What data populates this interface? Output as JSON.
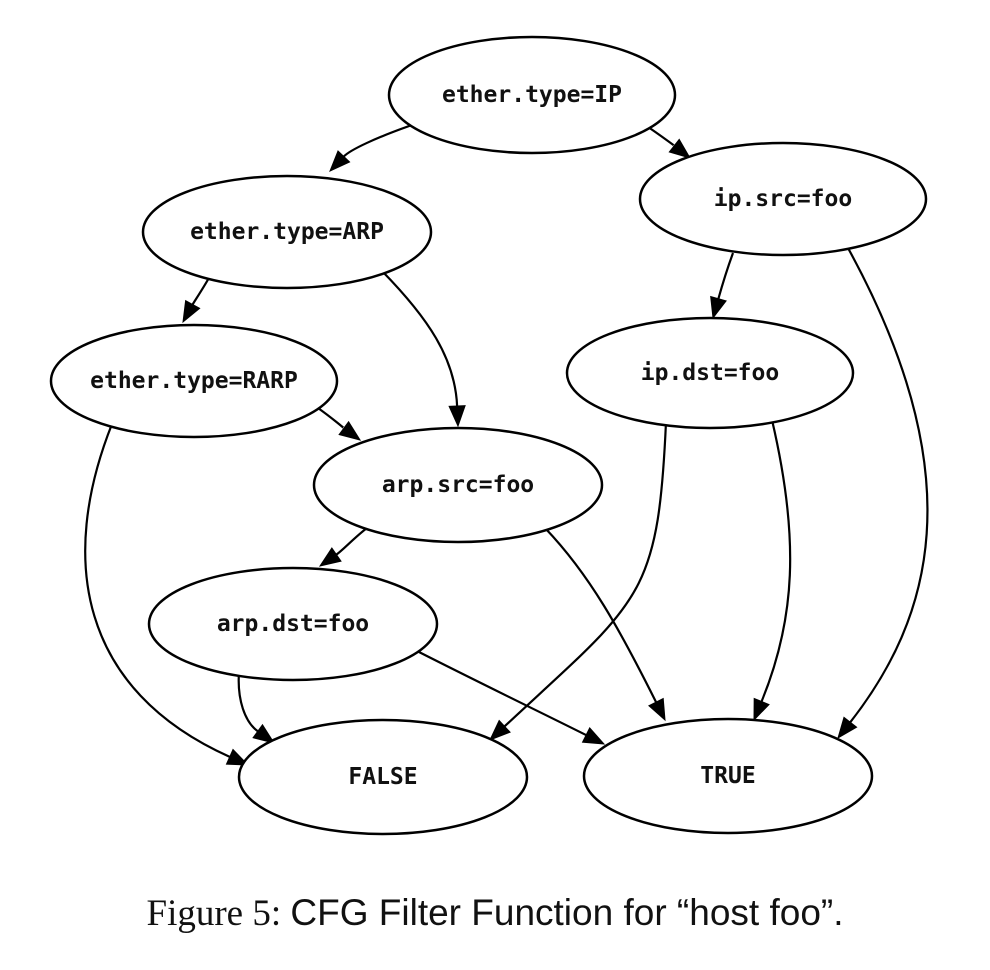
{
  "diagram": {
    "nodes": [
      {
        "id": "ether_ip",
        "label": "ether.type=IP"
      },
      {
        "id": "ether_arp",
        "label": "ether.type=ARP"
      },
      {
        "id": "ip_src",
        "label": "ip.src=foo"
      },
      {
        "id": "ether_rarp",
        "label": "ether.type=RARP"
      },
      {
        "id": "ip_dst",
        "label": "ip.dst=foo"
      },
      {
        "id": "arp_src",
        "label": "arp.src=foo"
      },
      {
        "id": "arp_dst",
        "label": "arp.dst=foo"
      },
      {
        "id": "false",
        "label": "FALSE"
      },
      {
        "id": "true",
        "label": "TRUE"
      }
    ],
    "edges": [
      {
        "from": "ether_ip",
        "to": "ether_arp"
      },
      {
        "from": "ether_ip",
        "to": "ip_src"
      },
      {
        "from": "ether_arp",
        "to": "ether_rarp"
      },
      {
        "from": "ether_arp",
        "to": "arp_src"
      },
      {
        "from": "ether_rarp",
        "to": "arp_src"
      },
      {
        "from": "ether_rarp",
        "to": "false"
      },
      {
        "from": "ip_src",
        "to": "ip_dst"
      },
      {
        "from": "ip_src",
        "to": "true"
      },
      {
        "from": "ip_dst",
        "to": "false"
      },
      {
        "from": "ip_dst",
        "to": "true"
      },
      {
        "from": "arp_src",
        "to": "arp_dst"
      },
      {
        "from": "arp_src",
        "to": "true"
      },
      {
        "from": "arp_dst",
        "to": "false"
      },
      {
        "from": "arp_dst",
        "to": "true"
      }
    ]
  },
  "caption": {
    "prefix": "Figure 5:",
    "text": "CFG Filter Function for “host foo”."
  }
}
